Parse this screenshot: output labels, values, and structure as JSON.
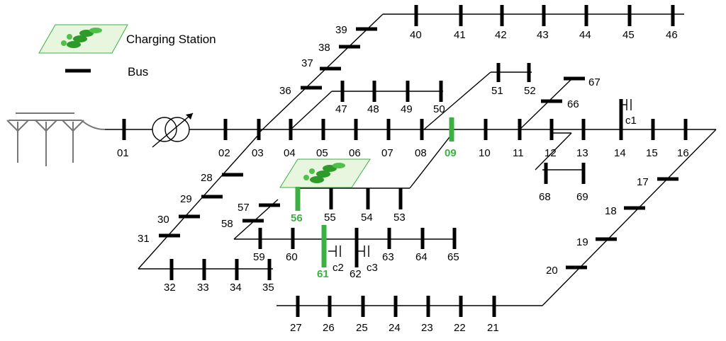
{
  "legend": {
    "charging_station": "Charging Station",
    "bus": "Bus"
  },
  "colors": {
    "line": "#000000",
    "highlight": "#3cb043",
    "station_fill": "#2e9a2a"
  },
  "buses": {
    "b01": "01",
    "b02": "02",
    "b03": "03",
    "b04": "04",
    "b05": "05",
    "b06": "06",
    "b07": "07",
    "b08": "08",
    "b09": "09",
    "b10": "10",
    "b11": "11",
    "b12": "12",
    "b13": "13",
    "b14": "14",
    "b15": "15",
    "b16": "16",
    "b17": "17",
    "b18": "18",
    "b19": "19",
    "b20": "20",
    "b21": "21",
    "b22": "22",
    "b23": "23",
    "b24": "24",
    "b25": "25",
    "b26": "26",
    "b27": "27",
    "b28": "28",
    "b29": "29",
    "b30": "30",
    "b31": "31",
    "b32": "32",
    "b33": "33",
    "b34": "34",
    "b35": "35",
    "b36": "36",
    "b37": "37",
    "b38": "38",
    "b39": "39",
    "b40": "40",
    "b41": "41",
    "b42": "42",
    "b43": "43",
    "b44": "44",
    "b45": "45",
    "b46": "46",
    "b47": "47",
    "b48": "48",
    "b49": "49",
    "b50": "50",
    "b51": "51",
    "b52": "52",
    "b53": "53",
    "b54": "54",
    "b55": "55",
    "b56": "56",
    "b57": "57",
    "b58": "58",
    "b59": "59",
    "b60": "60",
    "b61": "61",
    "b62": "62",
    "b63": "63",
    "b64": "64",
    "b65": "65",
    "b66": "66",
    "b67": "67",
    "b68": "68",
    "b69": "69"
  },
  "capacitors": {
    "c1": "c1",
    "c2": "c2",
    "c3": "c3"
  },
  "charging_station_buses": [
    "09",
    "56",
    "61"
  ]
}
